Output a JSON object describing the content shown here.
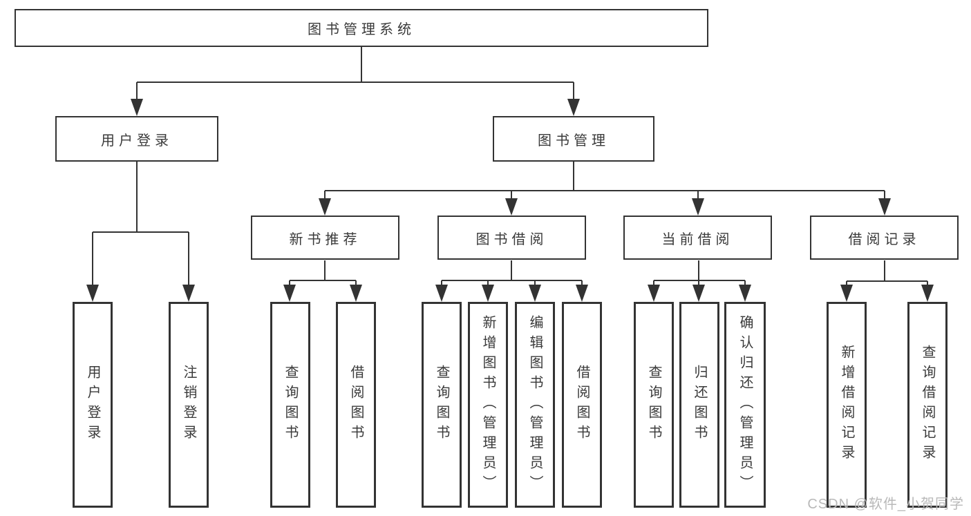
{
  "tree": {
    "root": {
      "label": "图书管理系统"
    },
    "branches": [
      {
        "label": "用户登录",
        "leaves": [
          {
            "label": "用户登录"
          },
          {
            "label": "注销登录"
          }
        ]
      },
      {
        "label": "图书管理",
        "groups": [
          {
            "label": "新书推荐",
            "leaves": [
              {
                "label": "查询图书"
              },
              {
                "label": "借阅图书"
              }
            ]
          },
          {
            "label": "图书借阅",
            "leaves": [
              {
                "label": "查询图书"
              },
              {
                "label": "新增图书（管理员）"
              },
              {
                "label": "编辑图书（管理员）"
              },
              {
                "label": "借阅图书"
              }
            ]
          },
          {
            "label": "当前借阅",
            "leaves": [
              {
                "label": "查询图书"
              },
              {
                "label": "归还图书"
              },
              {
                "label": "确认归还（管理员）"
              }
            ]
          },
          {
            "label": "借阅记录",
            "leaves": [
              {
                "label": "新增借阅记录"
              },
              {
                "label": "查询借阅记录"
              }
            ]
          }
        ]
      }
    ]
  },
  "watermark": {
    "text": "CSDN @软件_小贺同学"
  },
  "colors": {
    "line": "#333333",
    "box_border": "#333333",
    "box_fill": "#ffffff",
    "text": "#3a3a3a",
    "watermark": "#b9b9b9"
  }
}
